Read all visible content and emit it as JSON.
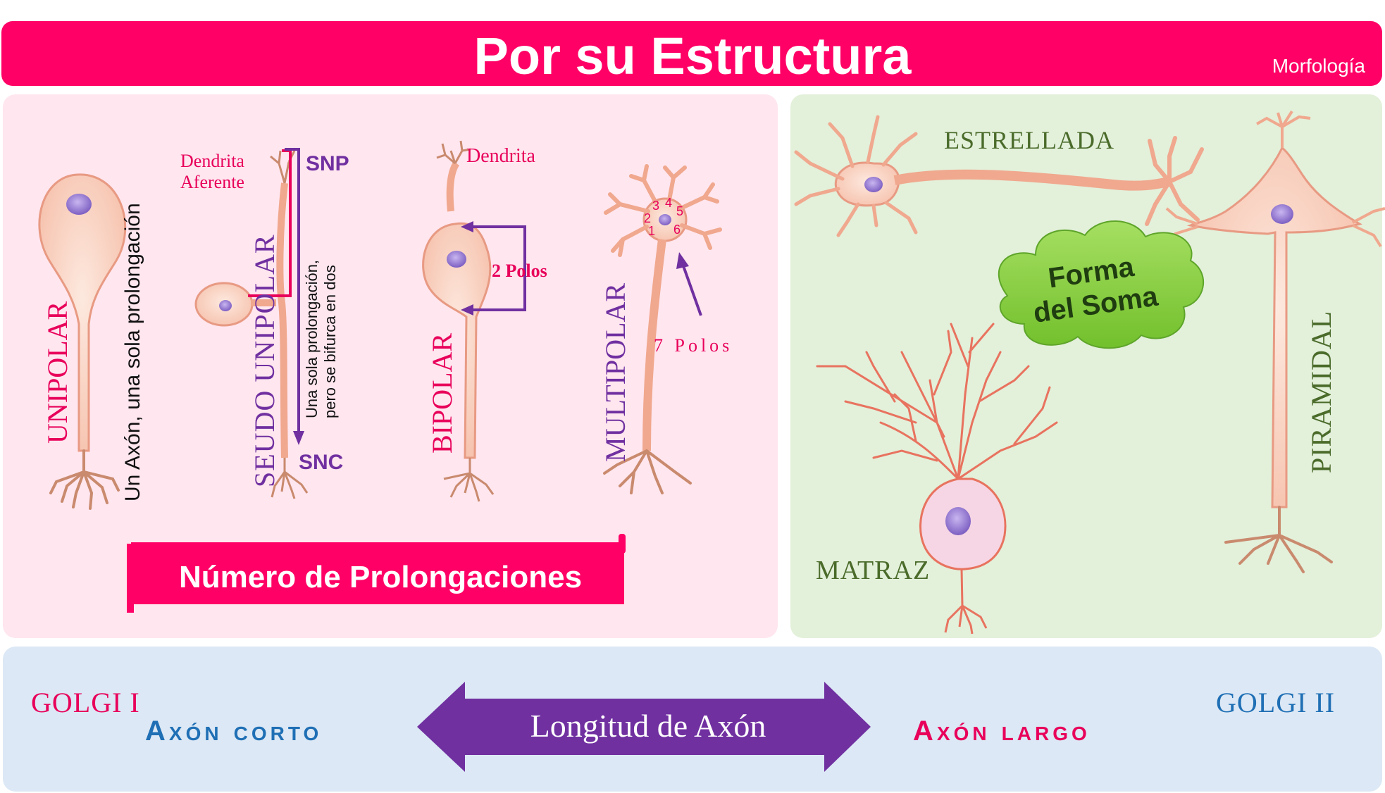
{
  "header": {
    "title": "Por su Estructura",
    "subtitle": "Morfología"
  },
  "left_panel": {
    "unipolar": {
      "label": "UNIPOLAR",
      "description": "Un Axón, una sola prolongación"
    },
    "seudo": {
      "label": "SEUDO UNIPOLAR",
      "dendrita_aferente": [
        "Dendrita",
        "Aferente"
      ],
      "snp": "SNP",
      "snc": "SNC",
      "description": [
        "Una sola prolongación,",
        "pero se bifurca en dos"
      ]
    },
    "bipolar": {
      "label": "BIPOLAR",
      "dendrita": "Dendrita",
      "polos": "2 Polos"
    },
    "multipolar": {
      "label": "MULTIPOLAR",
      "polos": "7 Polos",
      "numbers": [
        "1",
        "2",
        "3",
        "4",
        "5",
        "6"
      ]
    },
    "banner": "Número de Prolongaciones"
  },
  "right_panel": {
    "estrellada": "ESTRELLADA",
    "piramidal": "PIRAMIDAL",
    "matraz": "MATRAZ",
    "cloud": [
      "Forma",
      "del Soma"
    ]
  },
  "bottom_panel": {
    "golgi_i": "GOLGI I",
    "axon_corto": "Axón corto",
    "arrow_label": "Longitud de Axón",
    "axon_largo": "Axón largo",
    "golgi_ii": "GOLGI II"
  },
  "colors": {
    "brand_pink": "#ff0066",
    "purple": "#7030a0",
    "panel_pink": "#ffe6ef",
    "panel_green": "#e3f0da",
    "panel_blue": "#dce8f5",
    "neuron": "#f6b9a3",
    "nucleus": "#9b7fd1",
    "blue_text": "#1f6fb5",
    "green_text": "#4a6b2a"
  }
}
